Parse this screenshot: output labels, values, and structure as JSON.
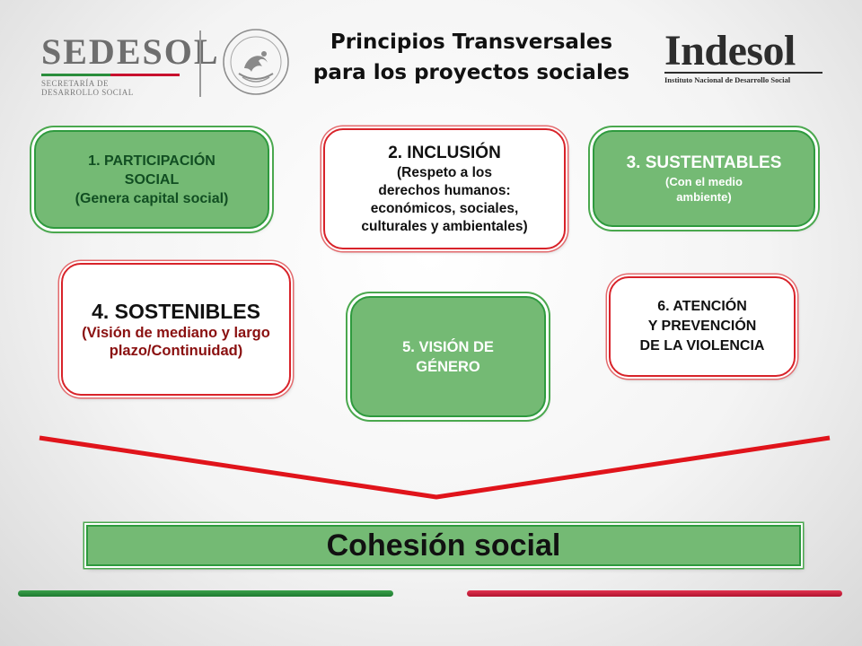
{
  "header": {
    "left_logo": {
      "word": "SEDESOL",
      "sub_line1": "SECRETARÍA DE",
      "sub_line2": "DESARROLLO SOCIAL"
    },
    "title_line1": "Principios Transversales",
    "title_line2": "para los proyectos sociales",
    "right_logo": {
      "word": "Indesol",
      "sub": "Instituto Nacional de Desarrollo Social"
    }
  },
  "boxes": [
    {
      "title": "1.   PARTICIPACIÓN",
      "title2": "SOCIAL",
      "subtitle": "(Genera capital social)",
      "style": "green"
    },
    {
      "title": "2. INCLUSIÓN",
      "subtitle": "(Respeto a los",
      "subtitle2": "derechos humanos:",
      "subtitle3": "económicos, sociales,",
      "subtitle4": "culturales y ambientales)",
      "style": "red"
    },
    {
      "title": "3. SUSTENTABLES",
      "subtitle": "(Con el medio",
      "subtitle2": "ambiente)",
      "style": "green"
    },
    {
      "title": "4. SOSTENIBLES",
      "subtitle": "(Visión de mediano y largo",
      "subtitle2": "plazo/Continuidad)",
      "style": "red"
    },
    {
      "title": "5. VISIÓN  DE",
      "title2": "GÉNERO",
      "style": "green"
    },
    {
      "title": "6. ATENCIÓN",
      "title2": "Y PREVENCIÓN",
      "title3": "DE LA VIOLENCIA",
      "style": "red"
    }
  ],
  "result": {
    "label": "Cohesión social"
  },
  "colors": {
    "green_fill": "#74ba74",
    "green_border": "#2e9a3e",
    "red_border": "#d8232a",
    "funnel": "#e0141b"
  },
  "icons": {
    "seal": "coat-of-arms-icon"
  }
}
